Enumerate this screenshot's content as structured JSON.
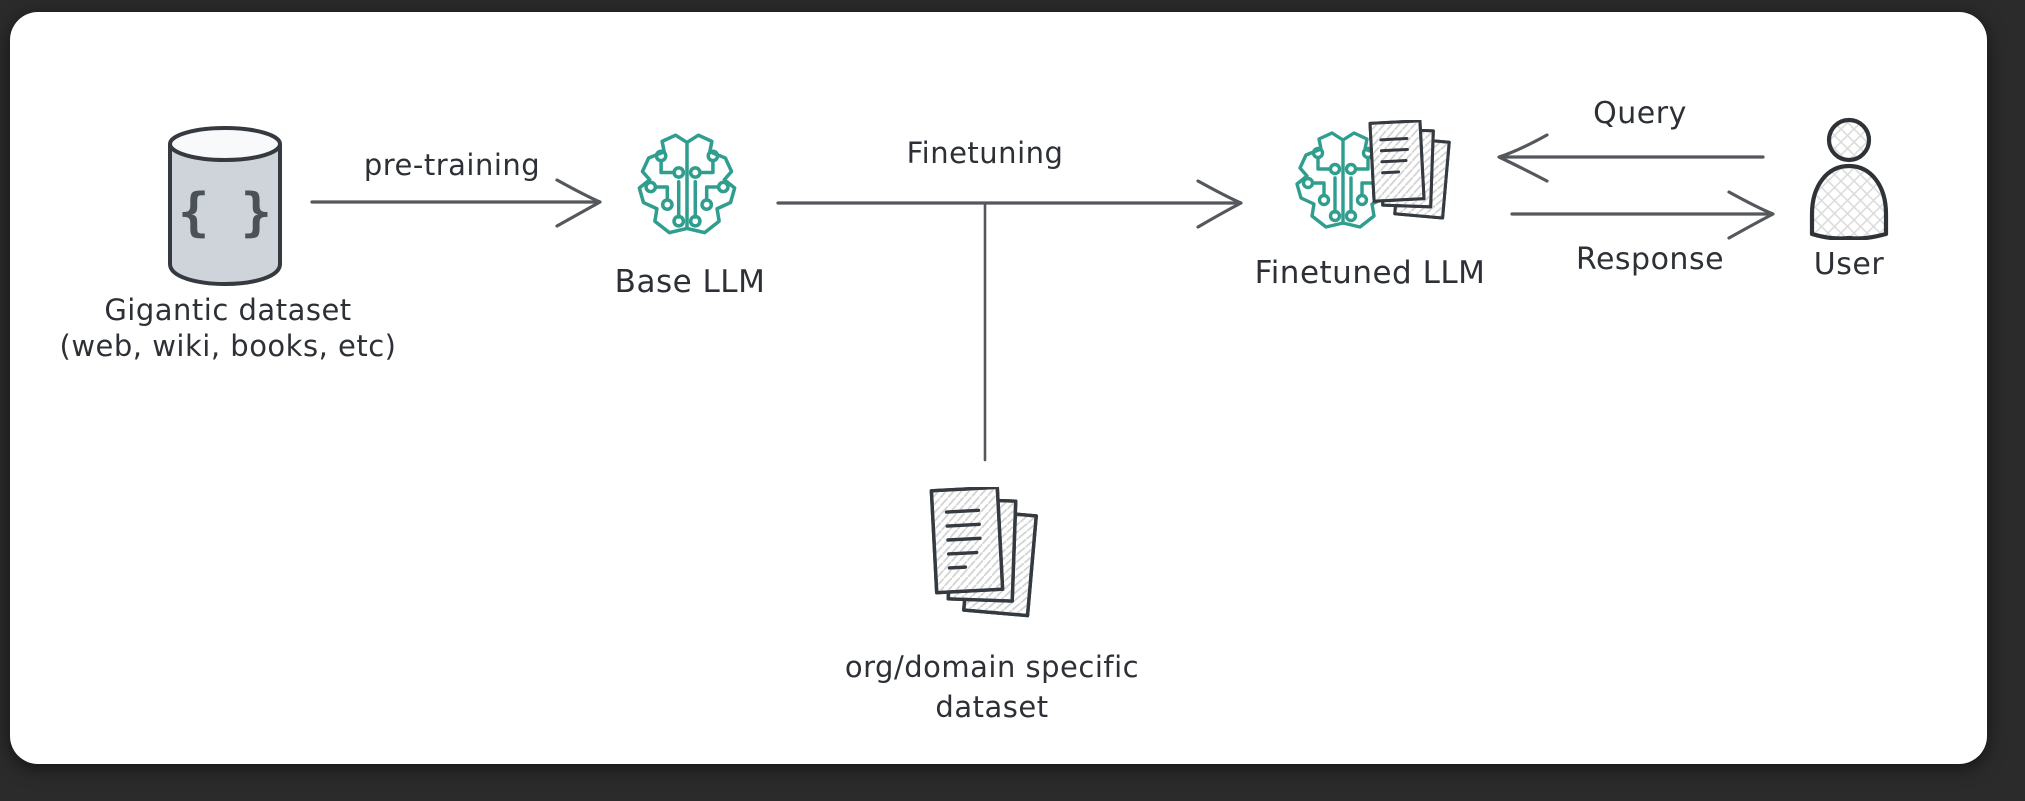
{
  "diagram": {
    "type": "flow-diagram",
    "style": "hand-drawn sketch on white rounded card over dark frame",
    "nodes": {
      "gigantic_dataset": {
        "icon": "database-icon",
        "icon_glyph": "{ }",
        "label_line1": "Gigantic dataset",
        "label_line2": "(web, wiki, books, etc)"
      },
      "base_llm": {
        "icon": "brain-circuit-icon",
        "label": "Base LLM"
      },
      "org_dataset": {
        "icon": "documents-stack-icon",
        "label_line1": "org/domain specific",
        "label_line2": "dataset"
      },
      "finetuned_llm": {
        "icon": "brain-circuit-icon-with-documents",
        "label": "Finetuned LLM"
      },
      "user": {
        "icon": "person-icon",
        "label": "User"
      }
    },
    "edges": {
      "pre_training": {
        "label": "pre-training",
        "from": "gigantic_dataset",
        "to": "base_llm",
        "direction": "right"
      },
      "finetuning": {
        "label": "Finetuning",
        "from": "base_llm",
        "to": "finetuned_llm",
        "direction": "right"
      },
      "dataset_branch": {
        "label": "",
        "from": "finetuning_arrow_midpoint",
        "to": "org_dataset",
        "direction": "down"
      },
      "query": {
        "label": "Query",
        "from": "user",
        "to": "finetuned_llm",
        "direction": "left"
      },
      "response": {
        "label": "Response",
        "from": "finetuned_llm",
        "to": "user",
        "direction": "right"
      }
    },
    "colors": {
      "frame_bg": "#2b2b2b",
      "canvas_bg": "#ffffff",
      "arrow_stroke": "#54585d",
      "outline_dark": "#343a40",
      "brain_teal": "#2f9e8e",
      "cylinder_fill": "#ced4da",
      "hatch_gray": "#d2d2d2",
      "text": "#2d3036"
    }
  }
}
